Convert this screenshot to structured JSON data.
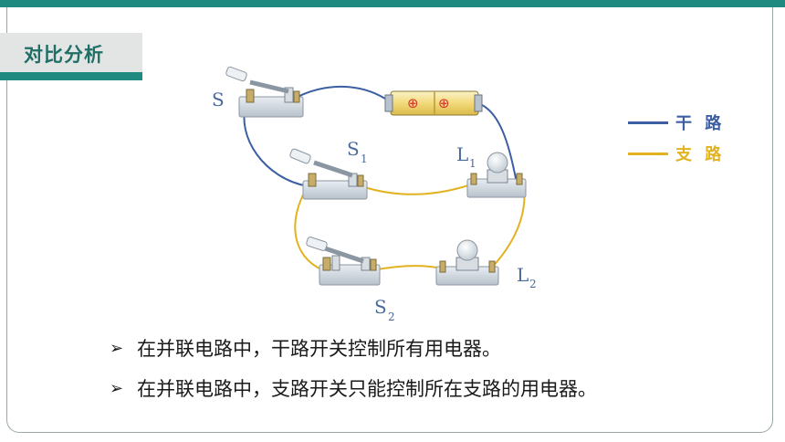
{
  "header": {
    "title": "对比分析"
  },
  "labels": {
    "s": "S",
    "s1": "S",
    "s1_sub": "1",
    "l1": "L",
    "l1_sub": "1",
    "s2": "S",
    "s2_sub": "2",
    "l2": "L",
    "l2_sub": "2"
  },
  "battery": {
    "plus_left": "⊕",
    "plus_right": "⊕"
  },
  "legend": {
    "main": {
      "label": "干 路",
      "color": "#3c5fa3"
    },
    "branch": {
      "label": "支 路",
      "color": "#e2b220"
    }
  },
  "bullets": [
    {
      "mark": "➢",
      "text": "在并联电路中，干路开关控制所有用电器。"
    },
    {
      "mark": "➢",
      "text": "在并联电路中，支路开关只能控制所在支路的用电器。"
    }
  ],
  "colors": {
    "accent": "#1f8a7f",
    "main_wire": "#3c5fa3",
    "branch_wire": "#e2b220",
    "label": "#4a6a9a"
  }
}
